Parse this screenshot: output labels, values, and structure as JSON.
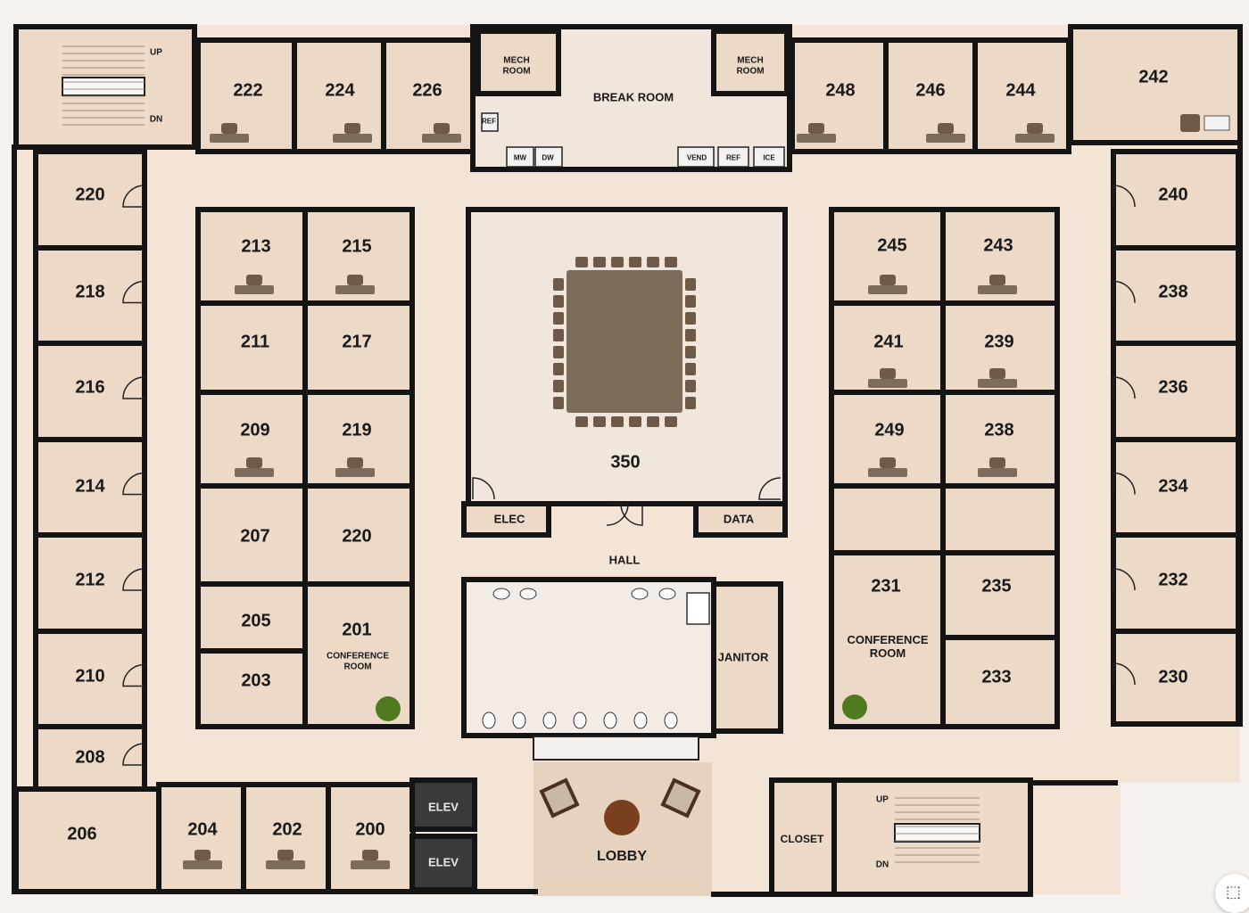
{
  "colors": {
    "wall": "#141414",
    "floor_room": "#ecd9c8",
    "floor_corridor": "#f3e4d6",
    "floor_hall": "#f1e6dc",
    "floor_lobby": "#e6d2bf",
    "table": "#7d6b5c",
    "chair": "#6f5a4a",
    "elevator": "#3a3a3a",
    "plant": "#4f7a1f"
  },
  "rooms": {
    "r222": "222",
    "r224": "224",
    "r226": "226",
    "r248": "248",
    "r246": "246",
    "r244": "244",
    "r242": "242",
    "r220_west": "220",
    "r218": "218",
    "r216": "216",
    "r214": "214",
    "r212": "212",
    "r210": "210",
    "r208": "208",
    "r206": "206",
    "r204": "204",
    "r202": "202",
    "r200": "200",
    "r213": "213",
    "r215": "215",
    "r211": "211",
    "r217": "217",
    "r209": "209",
    "r219": "219",
    "r207": "207",
    "r220_inner": "220",
    "r205": "205",
    "r203": "203",
    "r201": "201",
    "r245": "245",
    "r243": "243",
    "r241": "241",
    "r239": "239",
    "r249": "249",
    "r238_inner": "238",
    "r231": "231",
    "r235": "235",
    "r233": "233",
    "r240": "240",
    "r238_east": "238",
    "r236": "236",
    "r234": "234",
    "r232": "232",
    "r230": "230",
    "r350": "350"
  },
  "labels": {
    "mech_room": "MECH\nROOM",
    "break_room": "BREAK ROOM",
    "ref": "REF",
    "mw": "MW",
    "dw": "DW",
    "vend": "VEND",
    "ice": "ICE",
    "elec": "ELEC",
    "data": "DATA",
    "hall": "HALL",
    "janitor": "JANITOR",
    "conference_room": "CONFERENCE\nROOM",
    "elev": "ELEV",
    "lobby": "LOBBY",
    "closet": "CLOSET",
    "up": "UP",
    "dn": "DN"
  },
  "icons": {
    "scan": "scan-text-icon"
  }
}
